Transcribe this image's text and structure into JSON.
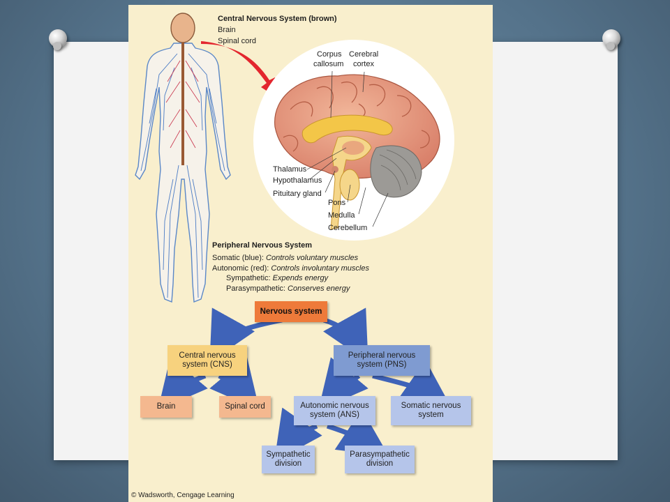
{
  "figure": {
    "cns_heading": "Central Nervous System (brown)",
    "cns_brain": "Brain",
    "cns_spinal_cord": "Spinal cord",
    "brain_labels": {
      "corpus": "Corpus",
      "callosum": "callosum",
      "cerebral": "Cerebral",
      "cortex": "cortex",
      "thalamus": "Thalamus",
      "hypothalamus": "Hypothalamus",
      "pituitary": "Pituitary gland",
      "pons": "Pons",
      "medulla": "Medulla",
      "cerebellum": "Cerebellum"
    },
    "pns": {
      "heading": "Peripheral Nervous System",
      "somatic_label": "Somatic (blue): ",
      "somatic_desc": "Controls voluntary muscles",
      "autonomic_label": "Autonomic (red): ",
      "autonomic_desc": "Controls involuntary muscles",
      "sympathetic_label": "Sympathetic: ",
      "sympathetic_desc": "Expends energy",
      "parasympathetic_label": "Parasympathetic: ",
      "parasympathetic_desc": "Conserves energy"
    },
    "tree": {
      "root": "Nervous system",
      "cns_line1": "Central nervous",
      "cns_line2": "system (CNS)",
      "pns_line1": "Peripheral nervous",
      "pns_line2": "system (PNS)",
      "brain": "Brain",
      "spinal_cord": "Spinal cord",
      "ans_line1": "Autonomic nervous",
      "ans_line2": "system (ANS)",
      "somatic_line1": "Somatic nervous",
      "somatic_line2": "system",
      "symp_line1": "Sympathetic",
      "symp_line2": "division",
      "para_line1": "Parasympathetic",
      "para_line2": "division"
    },
    "copyright": "© Wadsworth, Cengage Learning"
  },
  "colors": {
    "figure_bg": "#f9efcd",
    "root_box": "#ee7a3a",
    "cns_box": "#f7d27e",
    "cns_children": "#f4b88f",
    "pns_box": "#7f9bd1",
    "pns_children": "#b5c5ea",
    "arrow": "#3f63b8",
    "pointer_arrow": "#e3262e"
  }
}
